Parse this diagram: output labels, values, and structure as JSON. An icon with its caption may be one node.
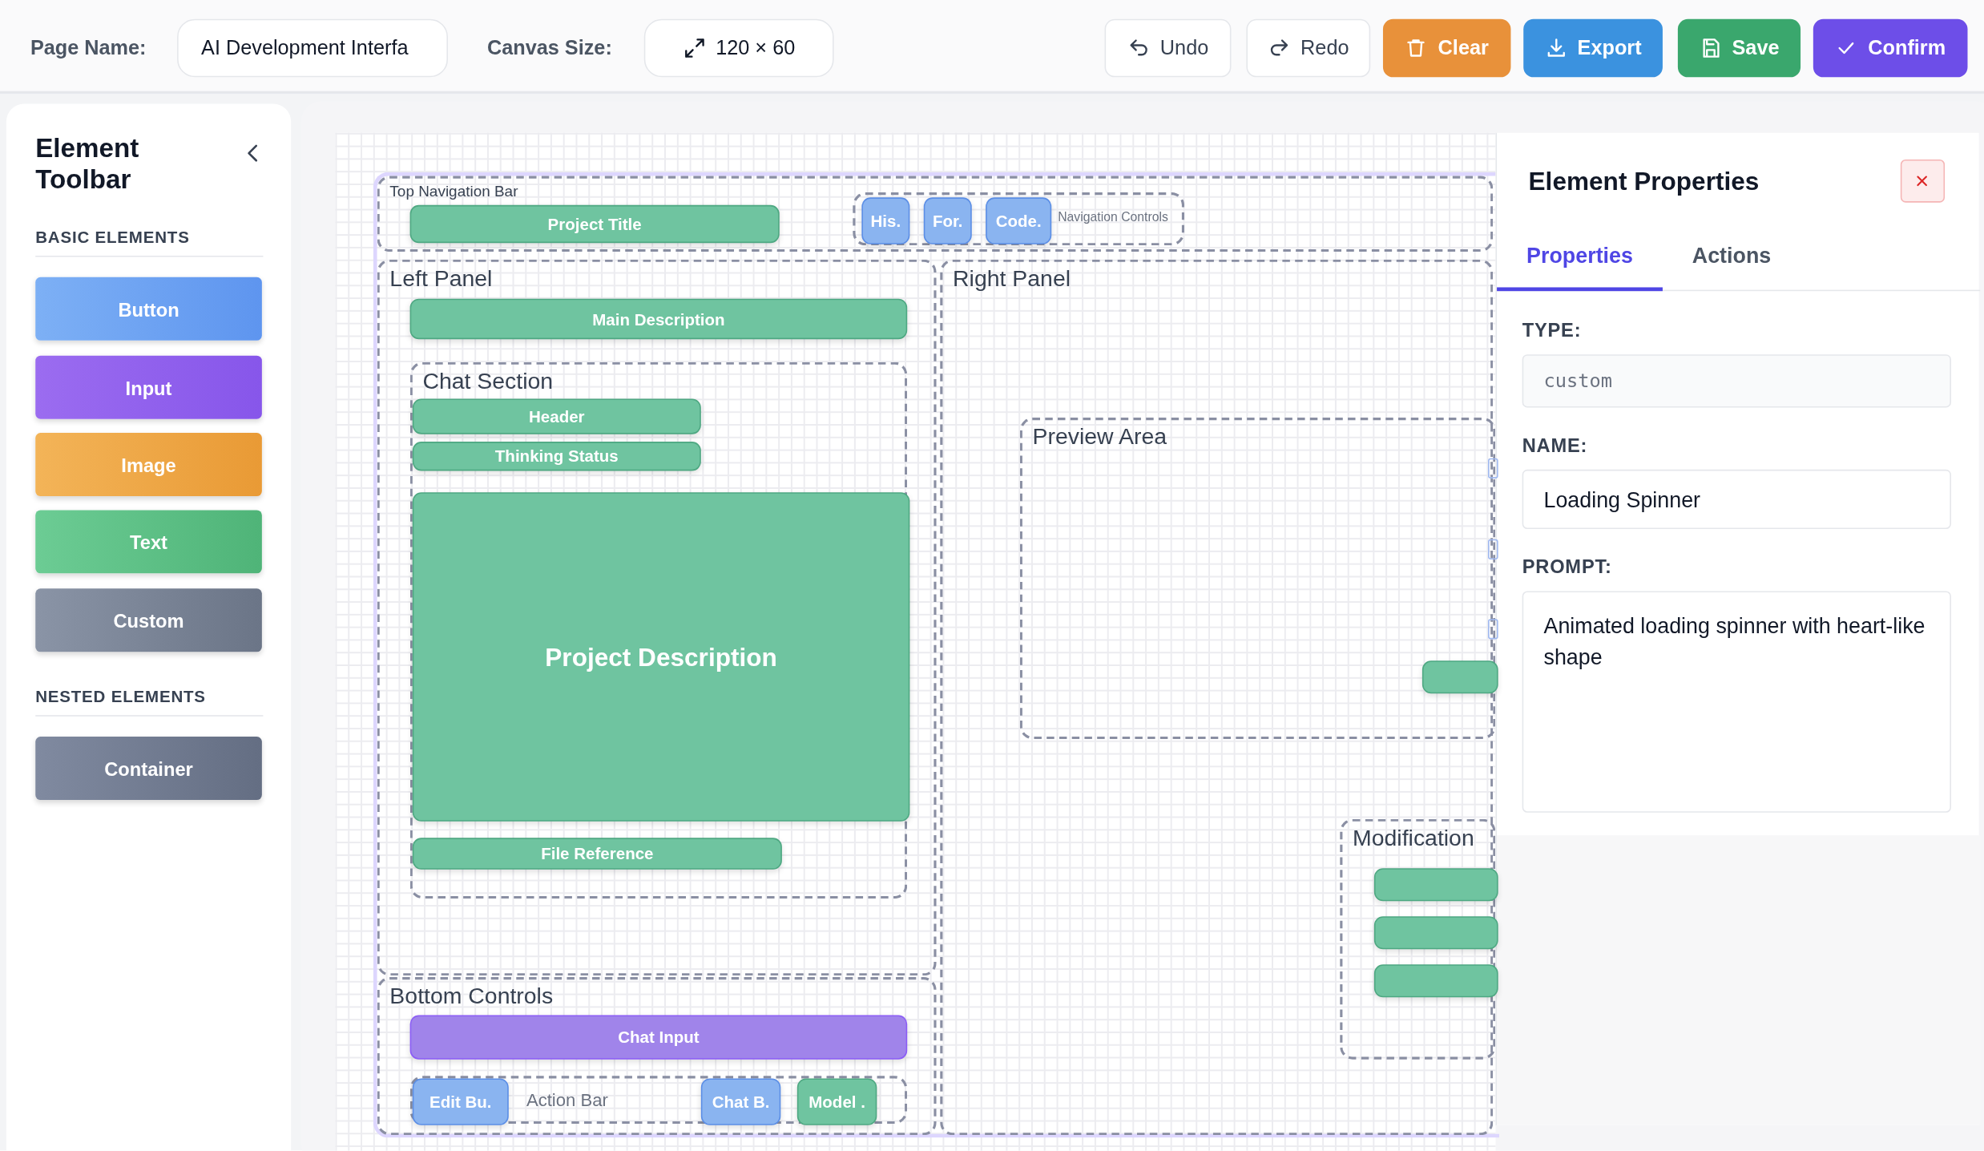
{
  "diagram": {
    "nodes": [
      {
        "text": [
          "Top Navigation Bar"
        ]
      },
      {
        "text": [
          "Project Title"
        ],
        "in": 0
      },
      {
        "text": [
          "Navigation Controls"
        ],
        "in": 0
      },
      {
        "text": [
          "His."
        ],
        "in": 2
      },
      {
        "text": [
          "For."
        ],
        "in": 2
      },
      {
        "text": [
          "Code."
        ],
        "in": 2
      },
      {
        "text": [
          "Left Panel"
        ]
      },
      {
        "text": [
          "Main Description"
        ],
        "in": 6
      },
      {
        "text": [
          "Chat Section"
        ],
        "in": 6
      },
      {
        "text": [
          "Header"
        ],
        "in": 8
      },
      {
        "text": [
          "Thinking Status"
        ],
        "in": 8
      },
      {
        "text": [
          "Project Description"
        ],
        "in": 8
      },
      {
        "text": [
          "File Reference"
        ],
        "in": 8
      },
      {
        "text": [
          "Right Panel"
        ]
      },
      {
        "text": [
          "Preview Area"
        ],
        "in": 13
      },
      {
        "text": [],
        "shape": "box",
        "in": 14
      },
      {
        "text": [],
        "shape": "box",
        "in": 14
      },
      {
        "text": [],
        "shape": "box",
        "in": 14
      },
      {
        "text": [],
        "shape": "bar",
        "in": 14
      },
      {
        "text": [
          "Modification"
        ],
        "in": 13
      },
      {
        "text": [],
        "shape": "bar",
        "in": 19
      },
      {
        "text": [],
        "shape": "bar",
        "in": 19
      },
      {
        "text": [],
        "shape": "bar",
        "in": 19
      },
      {
        "text": [
          "Bottom Controls"
        ]
      },
      {
        "text": [
          "Chat Input"
        ],
        "in": 23
      },
      {
        "text": [
          "Action Bar"
        ],
        "in": 23
      },
      {
        "text": [
          "Edit Bu."
        ],
        "in": 25
      },
      {
        "text": [
          "Chat B."
        ],
        "in": 25
      },
      {
        "text": [
          "Model ."
        ],
        "in": 25
      }
    ],
    "edges": [],
    "labels": [
      "Page Name:",
      "AI Development Interfa",
      "Canvas Size:",
      "120 × 60",
      "Undo",
      "Redo",
      "Clear",
      "Export",
      "Save",
      "Confirm",
      "Element Toolbar",
      "BASIC ELEMENTS",
      "Button",
      "Input",
      "Image",
      "Text",
      "Custom",
      "NESTED ELEMENTS",
      "Container",
      "Element Properties",
      "Properties",
      "Actions",
      "TYPE:",
      "custom",
      "NAME:",
      "Loading Spinner",
      "PROMPT:",
      "Animated loading spinner with heart-like shape"
    ]
  }
}
